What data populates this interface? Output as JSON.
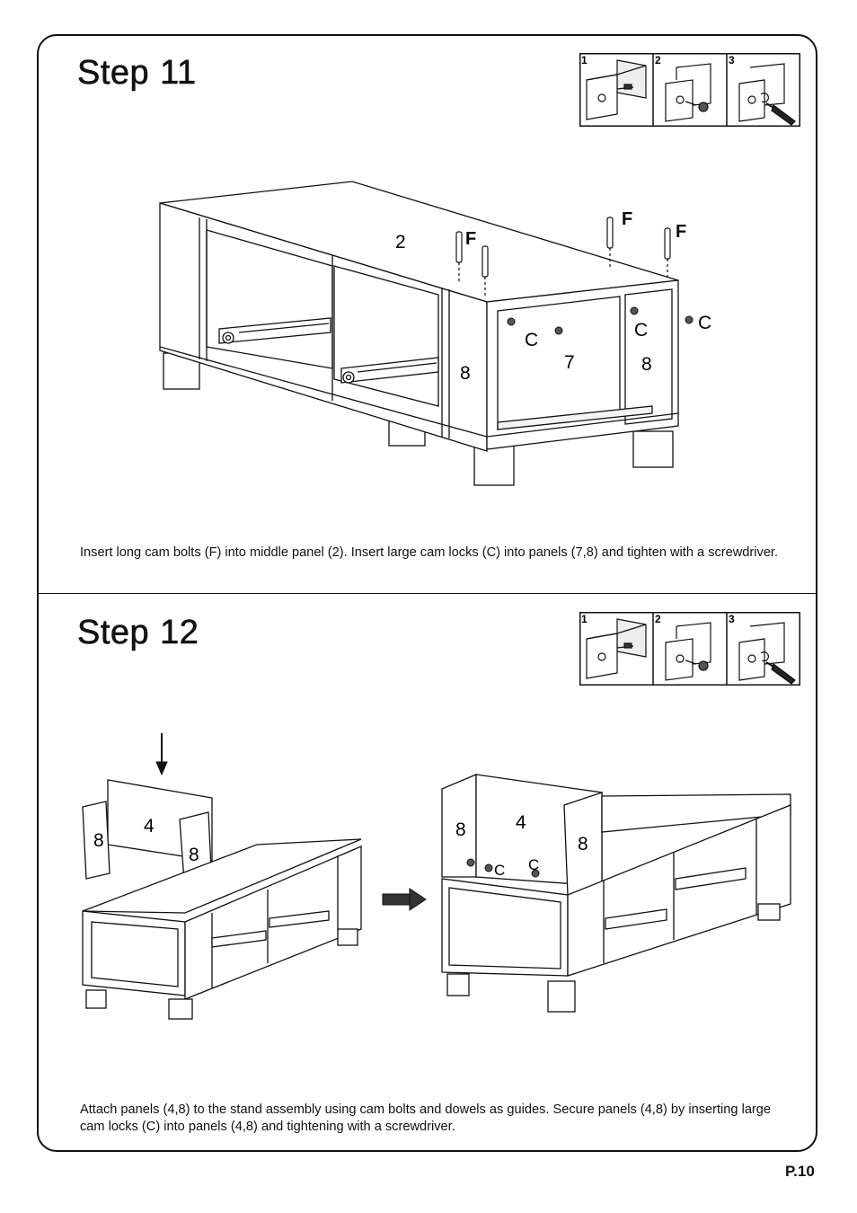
{
  "page_number": "P.10",
  "steps": [
    {
      "word": "Step",
      "number": "11",
      "instruction": "Insert long cam bolts (F) into middle panel (2). Insert large cam locks (C) into panels (7,8) and tighten with a screwdriver.",
      "inset_labels": [
        "1",
        "2",
        "3"
      ],
      "part_labels": {
        "panel_middle": "2",
        "panel_7": "7",
        "panel_8_front": "8",
        "panel_8_inner": "8",
        "bolt_f_1": "F",
        "bolt_f_2": "F",
        "bolt_f_3": "F",
        "lock_c_1": "C",
        "lock_c_2": "C",
        "lock_c_3": "C"
      }
    },
    {
      "word": "Step",
      "number": "12",
      "instruction": "Attach panels (4,8) to the stand assembly using cam bolts and dowels as guides. Secure panels (4,8) by inserting large cam locks (C) into panels (4,8) and tightening with a screwdriver.",
      "inset_labels": [
        "1",
        "2",
        "3"
      ],
      "part_labels": {
        "left_panel_8a": "8",
        "left_panel_4": "4",
        "left_panel_8b": "8",
        "right_panel_8a": "8",
        "right_panel_4": "4",
        "right_panel_8b": "8",
        "lock_c_1": "C",
        "lock_c_2": "C"
      }
    }
  ]
}
